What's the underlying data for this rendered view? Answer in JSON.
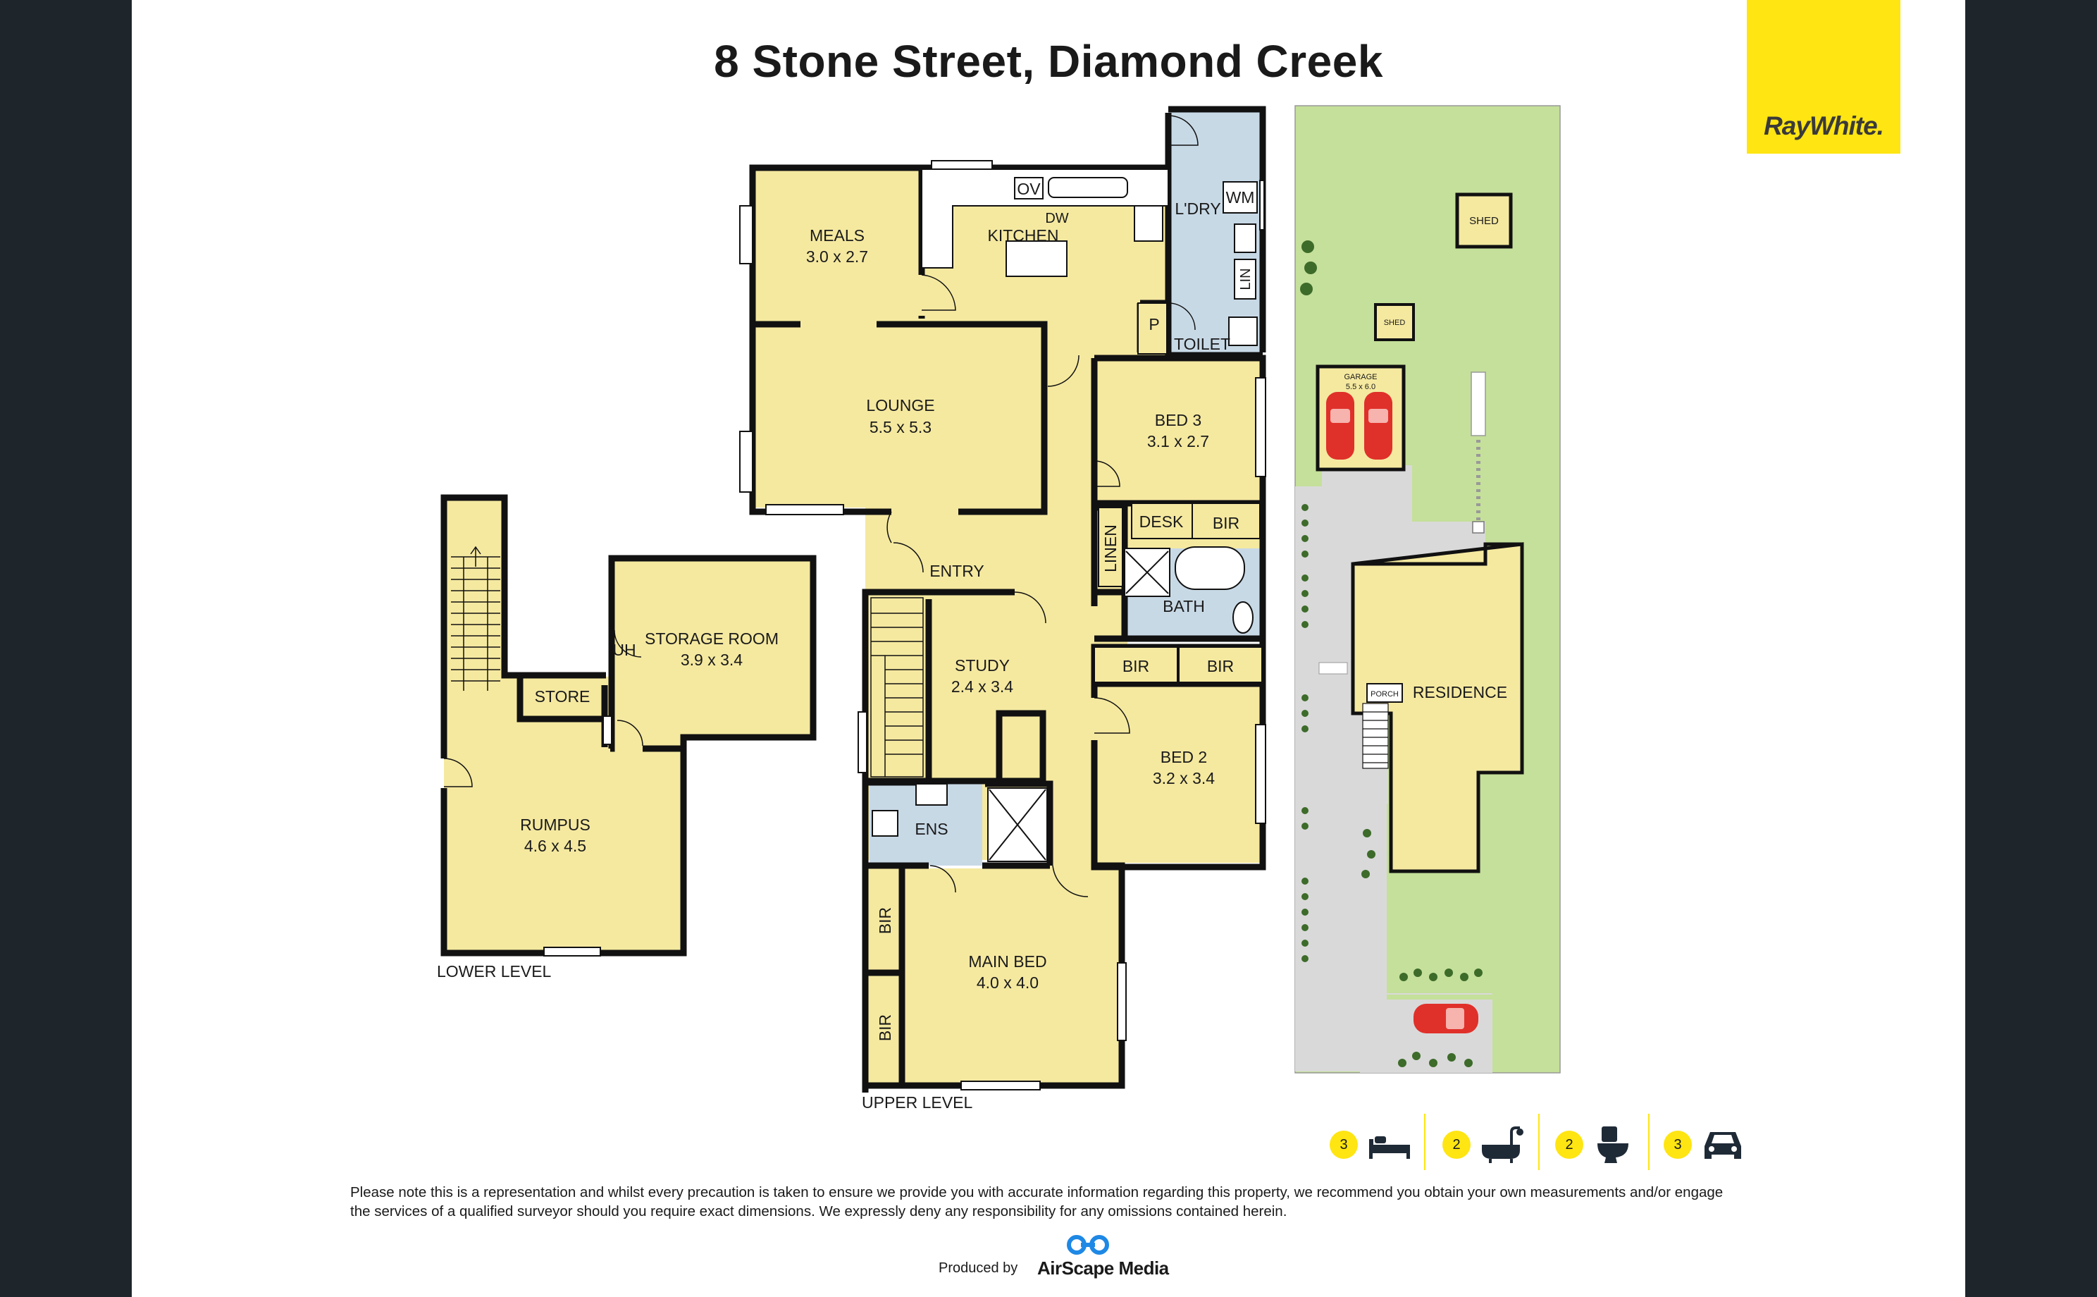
{
  "title": "8 Stone Street, Diamond Creek",
  "brand": {
    "name": "RayWhite.",
    "color": "#ffe512"
  },
  "colors": {
    "room": "#f5e9a0",
    "wet_area": "#c8d9e6",
    "grass": "#c5e09a",
    "paving": "#d9d9d9",
    "wall": "#111111",
    "car": "#e0302a"
  },
  "rooms": {
    "meals": {
      "name": "MEALS",
      "dims": "3.0 x 2.7"
    },
    "kitchen": {
      "name": "KITCHEN",
      "ov": "OV",
      "dw": "DW"
    },
    "laundry": {
      "name": "L'DRY",
      "wm": "WM",
      "lin": "LIN"
    },
    "pantry": "P",
    "toilet": "TOILET",
    "lounge": {
      "name": "LOUNGE",
      "dims": "5.5 x 5.3"
    },
    "bed3": {
      "name": "BED 3",
      "dims": "3.1 x 2.7"
    },
    "desk": "DESK",
    "bir": "BIR",
    "linen": "LINEN",
    "bath": "BATH",
    "entry": "ENTRY",
    "study": {
      "name": "STUDY",
      "dims": "2.4 x 3.4"
    },
    "bed2": {
      "name": "BED 2",
      "dims": "3.2 x 3.4"
    },
    "ens": "ENS",
    "main_bed": {
      "name": "MAIN BED",
      "dims": "4.0 x 4.0"
    },
    "storage": {
      "name": "STORAGE ROOM",
      "dims": "3.9 x 3.4"
    },
    "uh": "UH",
    "store": "STORE",
    "rumpus": {
      "name": "RUMPUS",
      "dims": "4.6 x 4.5"
    }
  },
  "levels": {
    "lower": "LOWER LEVEL",
    "upper": "UPPER LEVEL"
  },
  "site": {
    "shed": "SHED",
    "garage": {
      "name": "GARAGE",
      "dims": "5.5 x 6.0"
    },
    "residence": "RESIDENCE",
    "porch": "PORCH"
  },
  "features": [
    {
      "count": "3",
      "icon": "bed-icon"
    },
    {
      "count": "2",
      "icon": "bath-icon"
    },
    {
      "count": "2",
      "icon": "toilet-icon"
    },
    {
      "count": "3",
      "icon": "car-icon"
    }
  ],
  "disclaimer": "Please note this is a representation and whilst every precaution is taken to ensure we provide you with accurate information regarding this property, we recommend you obtain your own measurements and/or engage the services of a qualified surveyor should you require exact dimensions. We expressly deny any responsibility for any omissions contained herein.",
  "producer": {
    "prefix": "Produced by",
    "name": "AirScape Media"
  }
}
